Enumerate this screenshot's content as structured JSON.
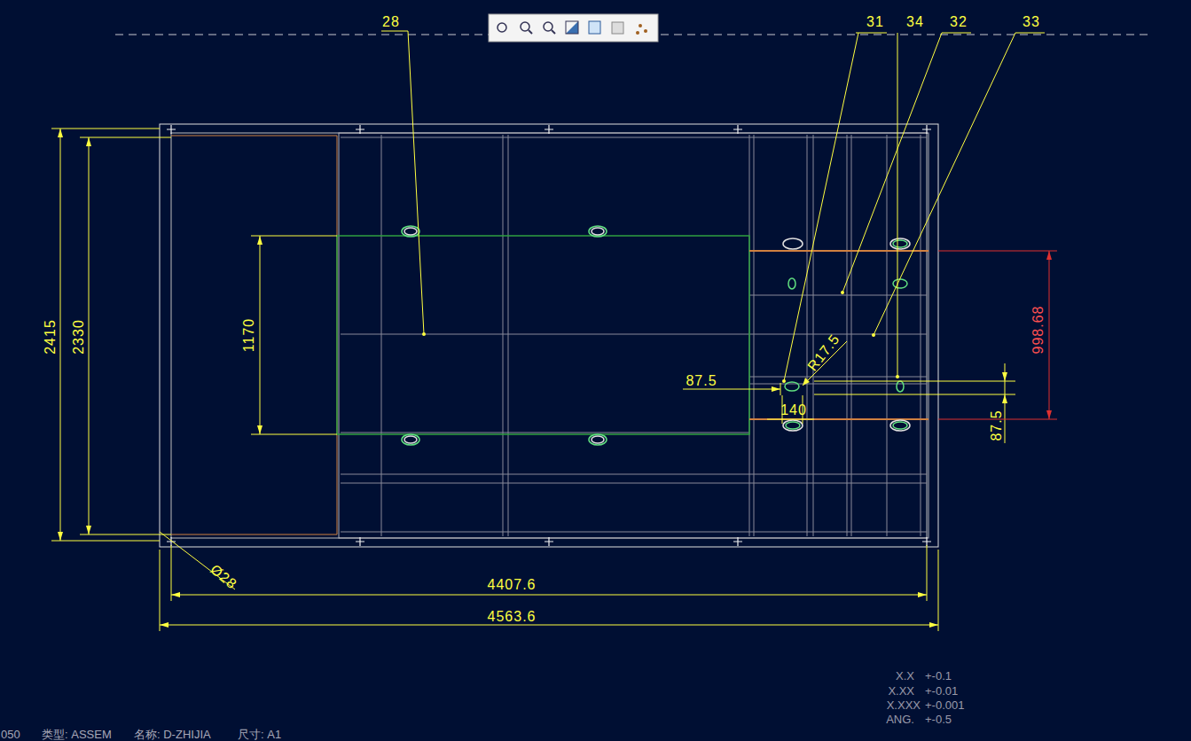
{
  "diagram": {
    "labels": [
      "28",
      "31",
      "34",
      "32",
      "33",
      "2415",
      "2330",
      "1170",
      "87.5",
      "R17.5",
      "140",
      "998.68",
      "87.5",
      "Ø28",
      "4407.6",
      "4563.6",
      "X.X",
      "+-0.1",
      "X.XX",
      "+-0.01",
      "X.XXX",
      "+-0.001",
      "ANG.",
      "+-0.5",
      "050",
      "类型: ASSEM",
      "名称: D-ZHIJIA",
      "尺寸: A1"
    ]
  }
}
